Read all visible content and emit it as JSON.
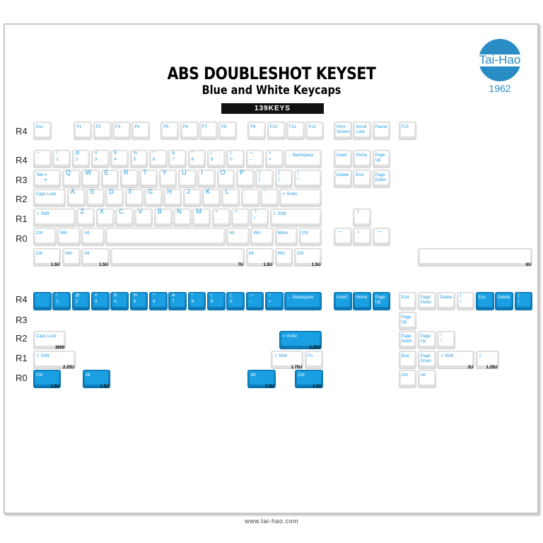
{
  "header": {
    "title": "ABS DOUBLESHOT KEYSET",
    "subtitle": "Blue and White Keycaps",
    "count": "139KEYS"
  },
  "logo": {
    "name": "Tai-Hao",
    "year": "1962"
  },
  "footer": {
    "url": "www.tai-hao.com"
  },
  "colors": {
    "blue": "#1aa0e2",
    "legend": "#1b9be0"
  },
  "row_labels": {
    "white": [
      "R4",
      "R4",
      "R3",
      "R2",
      "R1",
      "R0"
    ],
    "blue": [
      "R4",
      "R3",
      "R2",
      "R1",
      "R0"
    ]
  },
  "groups": {
    "w_fn": [
      {
        "label": "Esc"
      },
      {
        "label": "F1"
      },
      {
        "label": "F2"
      },
      {
        "label": "F3"
      },
      {
        "label": "F4"
      },
      {
        "label": "F5"
      },
      {
        "label": "F6"
      },
      {
        "label": "F7"
      },
      {
        "label": "F8"
      },
      {
        "label": "F9"
      },
      {
        "label": "F10"
      },
      {
        "label": "F11"
      },
      {
        "label": "F12"
      },
      {
        "label": "Print\nScreen"
      },
      {
        "label": "Scroll\nLock"
      },
      {
        "label": "Pause"
      },
      {
        "label": "F13"
      }
    ],
    "w_num": [
      {
        "top": "~",
        "bottom": "`"
      },
      {
        "top": "!",
        "bottom": "1"
      },
      {
        "top": "@",
        "bottom": "2"
      },
      {
        "top": "#",
        "bottom": "3"
      },
      {
        "top": "$",
        "bottom": "4"
      },
      {
        "top": "%",
        "bottom": "5"
      },
      {
        "top": "^",
        "bottom": "6"
      },
      {
        "top": "&",
        "bottom": "7"
      },
      {
        "top": "*",
        "bottom": "8"
      },
      {
        "top": "(",
        "bottom": "9"
      },
      {
        "top": ")",
        "bottom": "0"
      },
      {
        "top": "—",
        "bottom": "–"
      },
      {
        "top": "+",
        "bottom": "="
      },
      {
        "label": "← Backspace"
      },
      {
        "label": "Insert"
      },
      {
        "label": "Home"
      },
      {
        "label": "Page\nUp"
      }
    ],
    "w_r3": [
      {
        "label": "Tab ⇤\n      ⇥"
      },
      {
        "letter": "Q"
      },
      {
        "letter": "W"
      },
      {
        "letter": "E"
      },
      {
        "letter": "R"
      },
      {
        "letter": "T"
      },
      {
        "letter": "Y"
      },
      {
        "letter": "U"
      },
      {
        "letter": "I"
      },
      {
        "letter": "O"
      },
      {
        "letter": "P"
      },
      {
        "top": "{",
        "bottom": "["
      },
      {
        "top": "}",
        "bottom": "]"
      },
      {
        "top": "|",
        "bottom": "\\"
      },
      {
        "label": "Delete"
      },
      {
        "label": "End"
      },
      {
        "label": "Page\nDown"
      }
    ],
    "w_r2": [
      {
        "label": "Caps Lock"
      },
      {
        "letter": "A"
      },
      {
        "letter": "S"
      },
      {
        "letter": "D"
      },
      {
        "letter": "F"
      },
      {
        "letter": "G"
      },
      {
        "letter": "H"
      },
      {
        "letter": "J"
      },
      {
        "letter": "K"
      },
      {
        "letter": "L"
      },
      {
        "top": ":",
        "bottom": ";"
      },
      {
        "top": "\"",
        "bottom": "'"
      },
      {
        "label": "↵ Enter"
      }
    ],
    "w_r1": [
      {
        "label": "⇧ Shift"
      },
      {
        "letter": "Z"
      },
      {
        "letter": "X"
      },
      {
        "letter": "C"
      },
      {
        "letter": "V"
      },
      {
        "letter": "B"
      },
      {
        "letter": "N"
      },
      {
        "letter": "M"
      },
      {
        "top": "<",
        "bottom": ","
      },
      {
        "top": ">",
        "bottom": "."
      },
      {
        "top": "?",
        "bottom": "/"
      },
      {
        "label": "⇧ Shift"
      },
      {
        "letter": "↑"
      }
    ],
    "w_r0": [
      {
        "label": "Ctrl"
      },
      {
        "label": "Win"
      },
      {
        "label": "Alt"
      },
      {
        "label": ""
      },
      {
        "label": "Alt"
      },
      {
        "label": "Win"
      },
      {
        "label": "Menu"
      },
      {
        "label": "Ctrl"
      },
      {
        "letter": "←"
      },
      {
        "letter": "↓"
      },
      {
        "letter": "→"
      }
    ],
    "w_alt": [
      {
        "label": "Ctrl",
        "size": "1.5U"
      },
      {
        "label": "Win"
      },
      {
        "label": "Alt",
        "size": "1.5U"
      },
      {
        "label": "",
        "size": "7U"
      },
      {
        "label": "Alt",
        "size": "1.5U"
      },
      {
        "label": "Win"
      },
      {
        "label": "Ctrl",
        "size": "1.5U"
      },
      {
        "label": "",
        "size": "6U"
      }
    ],
    "b_num": [
      {
        "top": "~",
        "bottom": "`",
        "color": "blue"
      },
      {
        "top": "!",
        "bottom": "1",
        "color": "blue"
      },
      {
        "top": "@",
        "bottom": "2",
        "color": "blue"
      },
      {
        "top": "#",
        "bottom": "3",
        "color": "blue"
      },
      {
        "top": "$",
        "bottom": "4",
        "color": "blue"
      },
      {
        "top": "%",
        "bottom": "5",
        "color": "blue"
      },
      {
        "top": "^",
        "bottom": "6",
        "color": "blue"
      },
      {
        "top": "&",
        "bottom": "7",
        "color": "blue"
      },
      {
        "top": "*",
        "bottom": "8",
        "color": "blue"
      },
      {
        "top": "(",
        "bottom": "9",
        "color": "blue"
      },
      {
        "top": ")",
        "bottom": "0",
        "color": "blue"
      },
      {
        "top": "—",
        "bottom": "–",
        "color": "blue"
      },
      {
        "top": "+",
        "bottom": "=",
        "color": "blue"
      },
      {
        "label": "← Backspace",
        "color": "blue"
      },
      {
        "label": "Insert",
        "color": "blue"
      },
      {
        "label": "Home",
        "color": "blue"
      },
      {
        "label": "Page\nUp",
        "color": "blue"
      },
      {
        "label": "End"
      },
      {
        "label": "Page\nDown"
      },
      {
        "label": "Delete"
      },
      {
        "top": "|",
        "bottom": "\\"
      },
      {
        "label": "Esc",
        "color": "blue"
      },
      {
        "label": "Delete",
        "color": "blue"
      },
      {
        "top": "|",
        "bottom": "\\",
        "color": "blue"
      }
    ],
    "b_r3": [
      {
        "label": "Page\nUp"
      }
    ],
    "b_r2": [
      {
        "label": "Caps Lock",
        "size": "3800"
      },
      {
        "label": "↵ Enter",
        "color": "blue",
        "size": "2.25U"
      },
      {
        "label": "Page\nDown"
      },
      {
        "label": "Page\nUp"
      },
      {
        "top": "|",
        "bottom": "\\"
      }
    ],
    "b_r1": [
      {
        "label": "⇧ Shift",
        "size": "2.25U"
      },
      {
        "label": "⇧ Shift",
        "size": "1.75U"
      },
      {
        "label": "Fn"
      },
      {
        "label": "End"
      },
      {
        "label": "Page\nDown"
      },
      {
        "label": "⇧ Shift",
        "size": "2U"
      },
      {
        "label": "⇧",
        "size": "1.25U"
      }
    ],
    "b_r0": [
      {
        "label": "Ctrl",
        "color": "blue",
        "size": "1.5U"
      },
      {
        "label": "Alt",
        "color": "blue",
        "size": "1.5U"
      },
      {
        "label": "Alt",
        "color": "blue",
        "size": "1.5U"
      },
      {
        "label": "Ctrl",
        "color": "blue",
        "size": "1.5U"
      },
      {
        "label": "Ctrl"
      },
      {
        "label": "Alt"
      }
    ]
  }
}
